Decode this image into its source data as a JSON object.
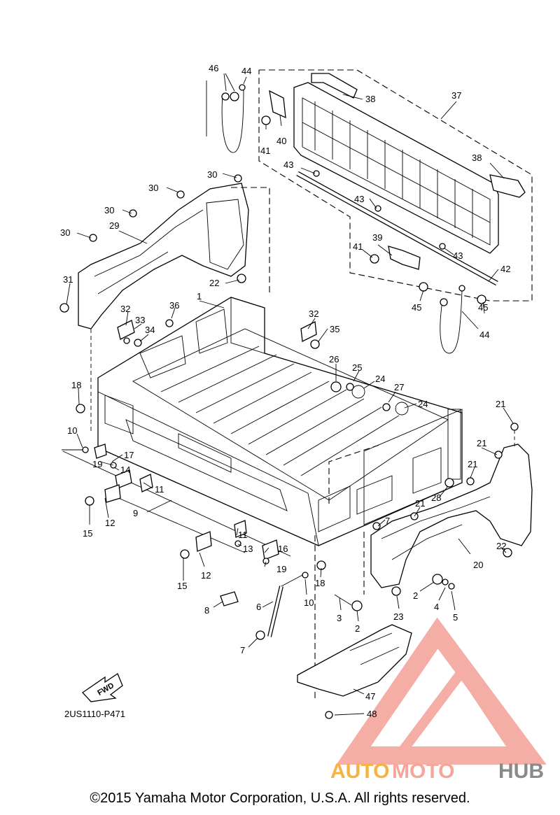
{
  "diagram_code": "2US1110-P471",
  "fwd_label": "FWD",
  "copyright": "©2015 Yamaha Motor Corporation, U.S.A. All rights reserved.",
  "watermark": {
    "part1": "AUTO",
    "part2": "MOTO",
    "part3": "HUB",
    "color1": "#f5b342",
    "color2": "#f4a69a",
    "color3": "#8a8a8a"
  },
  "callouts": [
    {
      "id": "c46",
      "text": "46"
    },
    {
      "id": "c44a",
      "text": "44"
    },
    {
      "id": "c38a",
      "text": "38"
    },
    {
      "id": "c37",
      "text": "37"
    },
    {
      "id": "c41a",
      "text": "41"
    },
    {
      "id": "c40",
      "text": "40"
    },
    {
      "id": "c43a",
      "text": "43"
    },
    {
      "id": "c38b",
      "text": "38"
    },
    {
      "id": "c30a",
      "text": "30"
    },
    {
      "id": "c30b",
      "text": "30"
    },
    {
      "id": "c30c",
      "text": "30"
    },
    {
      "id": "c29",
      "text": "29"
    },
    {
      "id": "c30d",
      "text": "30"
    },
    {
      "id": "c43b",
      "text": "43"
    },
    {
      "id": "c41b",
      "text": "41"
    },
    {
      "id": "c39",
      "text": "39"
    },
    {
      "id": "c43c",
      "text": "43"
    },
    {
      "id": "c42",
      "text": "42"
    },
    {
      "id": "c22a",
      "text": "22"
    },
    {
      "id": "c31",
      "text": "31"
    },
    {
      "id": "c1",
      "text": "1"
    },
    {
      "id": "c45a",
      "text": "45"
    },
    {
      "id": "c45b",
      "text": "45"
    },
    {
      "id": "c44b",
      "text": "44"
    },
    {
      "id": "c32a",
      "text": "32"
    },
    {
      "id": "c36",
      "text": "36"
    },
    {
      "id": "c33",
      "text": "33"
    },
    {
      "id": "c34",
      "text": "34"
    },
    {
      "id": "c32b",
      "text": "32"
    },
    {
      "id": "c35",
      "text": "35"
    },
    {
      "id": "c26",
      "text": "26"
    },
    {
      "id": "c25",
      "text": "25"
    },
    {
      "id": "c24a",
      "text": "24"
    },
    {
      "id": "c27",
      "text": "27"
    },
    {
      "id": "c24b",
      "text": "24"
    },
    {
      "id": "c18a",
      "text": "18"
    },
    {
      "id": "c21a",
      "text": "21"
    },
    {
      "id": "c10a",
      "text": "10"
    },
    {
      "id": "c17",
      "text": "17"
    },
    {
      "id": "c21b",
      "text": "21"
    },
    {
      "id": "c19a",
      "text": "19"
    },
    {
      "id": "c14",
      "text": "14"
    },
    {
      "id": "c21c",
      "text": "21"
    },
    {
      "id": "c11a",
      "text": "11"
    },
    {
      "id": "c28",
      "text": "28"
    },
    {
      "id": "c21d",
      "text": "21"
    },
    {
      "id": "c12a",
      "text": "12"
    },
    {
      "id": "c9",
      "text": "9"
    },
    {
      "id": "c15a",
      "text": "15"
    },
    {
      "id": "c7a",
      "text": "7"
    },
    {
      "id": "c11b",
      "text": "11"
    },
    {
      "id": "c13",
      "text": "13"
    },
    {
      "id": "c16",
      "text": "16"
    },
    {
      "id": "c22b",
      "text": "22"
    },
    {
      "id": "c20",
      "text": "20"
    },
    {
      "id": "c19b",
      "text": "19"
    },
    {
      "id": "c15b",
      "text": "15"
    },
    {
      "id": "c12b",
      "text": "12"
    },
    {
      "id": "c18b",
      "text": "18"
    },
    {
      "id": "c2a",
      "text": "2"
    },
    {
      "id": "c4",
      "text": "4"
    },
    {
      "id": "c10b",
      "text": "10"
    },
    {
      "id": "c8",
      "text": "8"
    },
    {
      "id": "c6",
      "text": "6"
    },
    {
      "id": "c3",
      "text": "3"
    },
    {
      "id": "c2b",
      "text": "2"
    },
    {
      "id": "c23",
      "text": "23"
    },
    {
      "id": "c5",
      "text": "5"
    },
    {
      "id": "c7b",
      "text": "7"
    },
    {
      "id": "c47",
      "text": "47"
    },
    {
      "id": "c48",
      "text": "48"
    }
  ]
}
